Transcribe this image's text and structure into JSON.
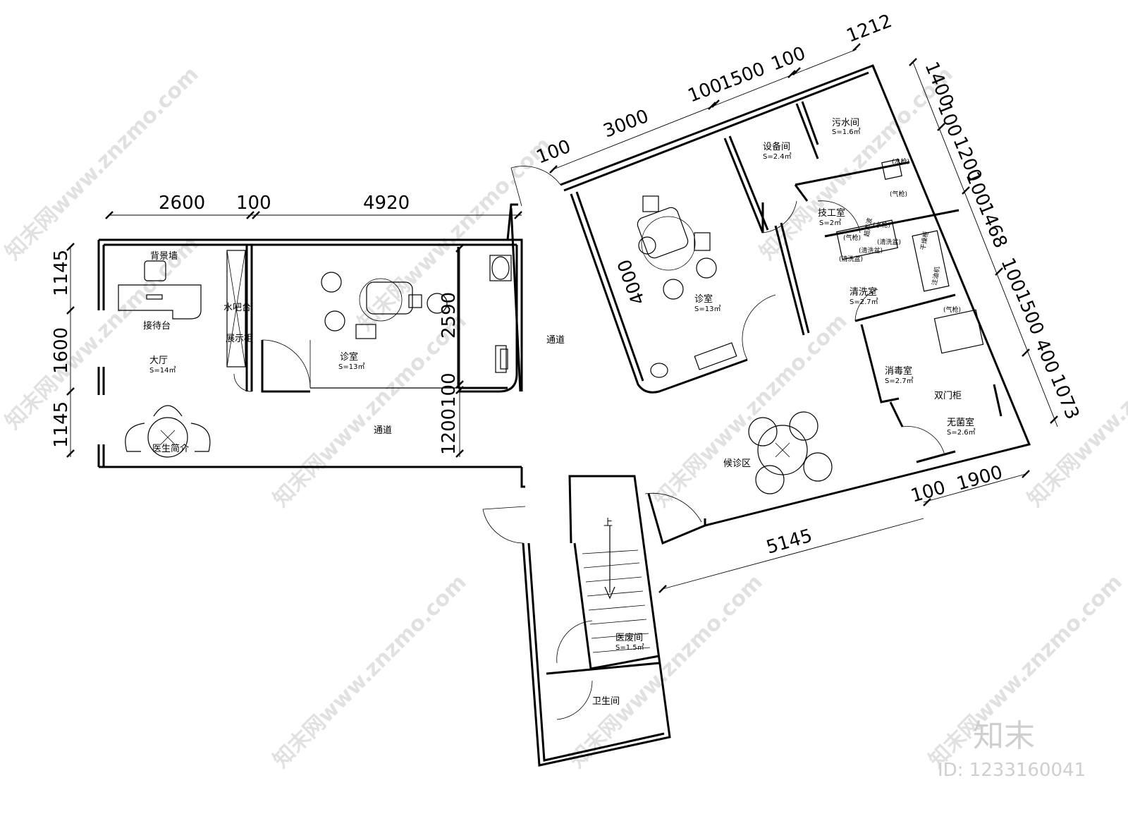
{
  "dimensions": {
    "top_left": [
      "2600",
      "100",
      "4920"
    ],
    "left_side": [
      "1145",
      "1600",
      "1145"
    ],
    "mid_vertical": [
      "2590",
      "100",
      "1200"
    ],
    "top_right_slant": [
      "100",
      "3000",
      "100",
      "1500",
      "100",
      "1212"
    ],
    "right_slant": [
      "1400",
      "100",
      "1200",
      "100",
      "1468",
      "100",
      "1500",
      "400",
      "1073"
    ],
    "right_room_height": "4000",
    "bottom_right": [
      "100",
      "1900"
    ],
    "bottom_long": "5145"
  },
  "rooms": {
    "background_wall": "背景墙",
    "reception": "接待台",
    "water_bar": "水吧台",
    "display_cabinet": "展示柜",
    "lobby": "大厅",
    "lobby_area": "S=14㎡",
    "doctor_intro": "医生简介",
    "clinic_left": "诊室",
    "clinic_left_area": "S=13㎡",
    "corridor_left": "通道",
    "corridor_mid": "通道",
    "clinic_right": "诊室",
    "clinic_right_area": "S=13㎡",
    "equipment": "设备间",
    "equipment_area": "S=2.4㎡",
    "sewage": "污水间",
    "sewage_area": "S=1.6㎡",
    "tech_room": "技工室",
    "tech_room_area": "S=2㎡",
    "washing": "清洗室",
    "washing_area": "S=2.7㎡",
    "disinfection": "消毒室",
    "disinfection_area": "S=2.7㎡",
    "double_cabinet": "双门柜",
    "sterile": "无菌室",
    "sterile_area": "S=2.6㎡",
    "waiting": "候诊区",
    "medical_waste": "医废间",
    "medical_waste_area": "S=1.5㎡",
    "toilet": "卫生间",
    "stair_up": "上"
  },
  "fixture_labels": {
    "water_gun": "(水枪)",
    "gas_gun_top": "(气枪)",
    "gas_gun": "(气枪)",
    "water_gun2": "(水枪)",
    "wash_basin_1": "(清洗盆)",
    "wash_basin_2": "(清洗盆)",
    "wash_basin_3": "(清洗盆)",
    "equipment_1": "干燥柜",
    "equipment_2": "注油机",
    "equipment_3": "超声波",
    "gas_gun_low": "(气枪)"
  },
  "watermark": {
    "text": "知末网www.znzmo.com",
    "brand": "知末",
    "id": "ID: 1233160041"
  }
}
